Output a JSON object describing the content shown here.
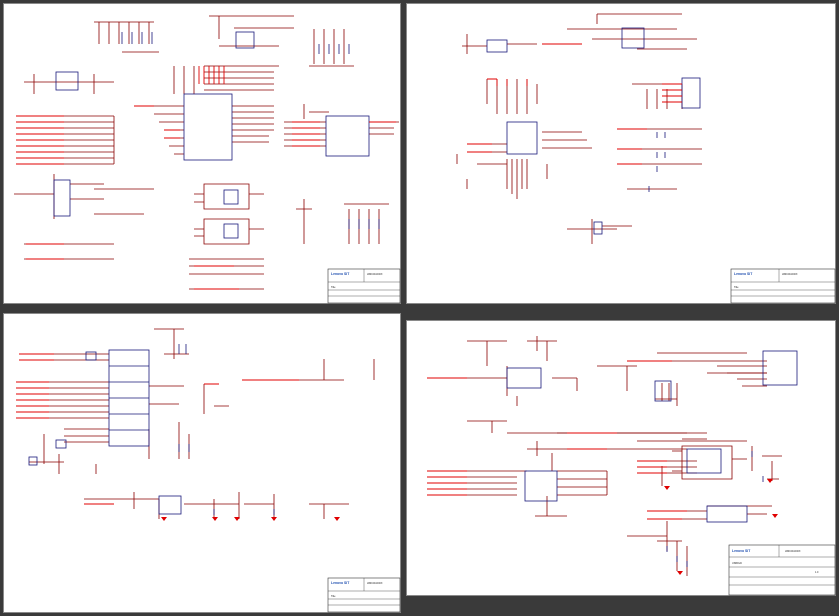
{
  "sheets": [
    {
      "id": "sheet-1",
      "company": "Lenovo SIT",
      "doc_code": "LB0C00-D00X",
      "title": "Title",
      "rev": ""
    },
    {
      "id": "sheet-2",
      "company": "Lenovo SIT",
      "doc_code": "LB0C00-D00X",
      "title": "Title",
      "rev": ""
    },
    {
      "id": "sheet-3",
      "company": "Lenovo SIT",
      "doc_code": "LB0C00-D00X",
      "title": "Title",
      "rev": ""
    },
    {
      "id": "sheet-4",
      "company": "Lenovo SIT",
      "doc_code": "LB0C00-D00X",
      "title": "USBOLD",
      "rev": "1.0"
    }
  ],
  "colors": {
    "viewer_bg": "#3a3a3a",
    "paper": "#ffffff",
    "wire": "#8b0000",
    "net_label": "#e00000",
    "component": "#1a1a7a",
    "brand": "#1f4fb0"
  }
}
